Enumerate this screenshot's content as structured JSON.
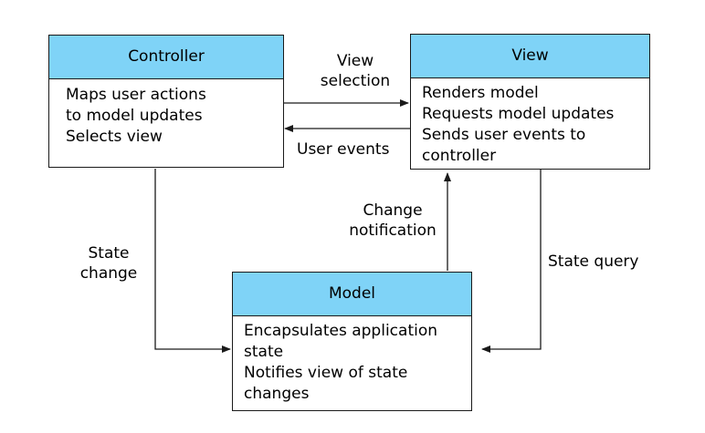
{
  "controller": {
    "title": "Controller",
    "lines": [
      "Maps user actions",
      "to model updates",
      "Selects view"
    ]
  },
  "view": {
    "title": "View",
    "lines": [
      "Renders model",
      "Requests model updates",
      "Sends user events to",
      "controller"
    ]
  },
  "model": {
    "title": "Model",
    "lines": [
      "Encapsulates application",
      "state",
      "Notifies view of state",
      "changes"
    ]
  },
  "edges": {
    "view_selection": [
      "View",
      "selection"
    ],
    "user_events": "User events",
    "state_change": [
      "State",
      "change"
    ],
    "change_notification": [
      "Change",
      "notification"
    ],
    "state_query": "State query"
  },
  "colors": {
    "header_fill": "#7fd3f7",
    "stroke": "#1a1a1a"
  }
}
